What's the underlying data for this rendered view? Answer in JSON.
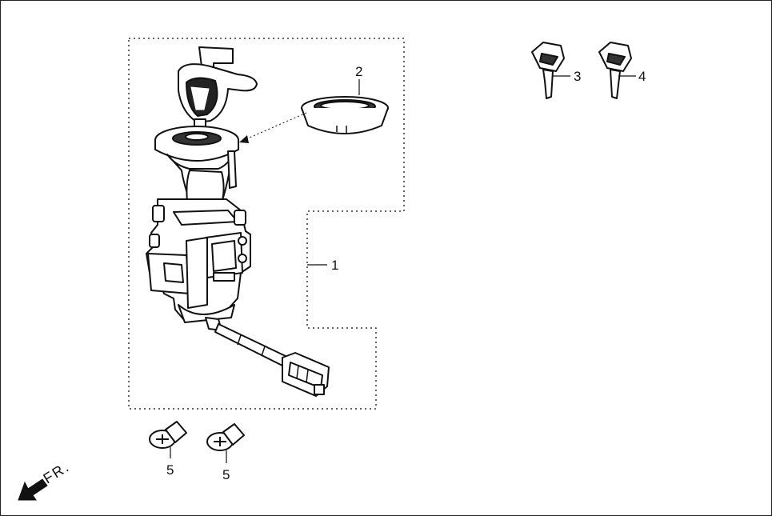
{
  "callouts": {
    "ignition_switch_assembly": "1",
    "key_cover_ring": "2",
    "key_a": "3",
    "key_b": "4",
    "screw_left": "5",
    "screw_right": "5"
  },
  "front_indicator": {
    "label": "FR."
  }
}
